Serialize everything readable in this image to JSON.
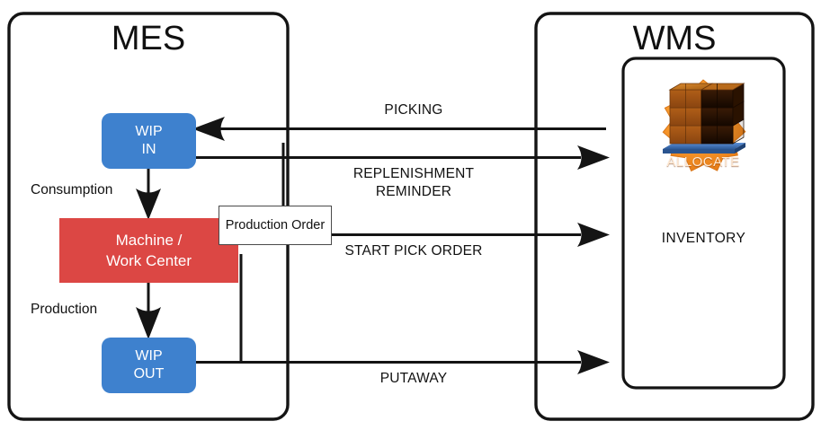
{
  "diagram": {
    "title_left": "MES",
    "title_right": "WMS",
    "panels": [
      {
        "name": "mes",
        "label": "MES"
      },
      {
        "name": "wms",
        "label": "WMS"
      }
    ],
    "mes_nodes": [
      {
        "name": "wip-in",
        "line1": "WIP",
        "line2": "IN",
        "color": "#3E81CE"
      },
      {
        "name": "machine-work-center",
        "line1": "Machine /",
        "line2": "Work Center",
        "color": "#DC4744"
      },
      {
        "name": "wip-out",
        "line1": "WIP",
        "line2": "OUT",
        "color": "#3E81CE"
      }
    ],
    "mes_internal_labels": [
      {
        "name": "consumption",
        "text": "Consumption"
      },
      {
        "name": "production",
        "text": "Production"
      }
    ],
    "production_order_label": "Production Order",
    "flows": [
      {
        "name": "picking",
        "label": "PICKING",
        "direction": "wms-to-mes"
      },
      {
        "name": "replenishment-reminder",
        "label": "REPLENISHMENT\nREMINDER",
        "direction": "mes-to-wms"
      },
      {
        "name": "start-pick-order",
        "label": "START PICK ORDER",
        "direction": "mes-to-wms"
      },
      {
        "name": "putaway",
        "label": "PUTAWAY",
        "direction": "mes-to-wms"
      }
    ],
    "wms_inventory": {
      "name": "inventory",
      "label": "INVENTORY",
      "badge_label": "ALLOCATE",
      "badge_icon": "pallet-boxes-icon"
    },
    "colors": {
      "blue_node": "#3E81CE",
      "red_node": "#DC4744",
      "badge_orange": "#F59B31",
      "badge_orange_dark": "#E07E18",
      "outline": "#141414",
      "text": "#111111"
    }
  }
}
